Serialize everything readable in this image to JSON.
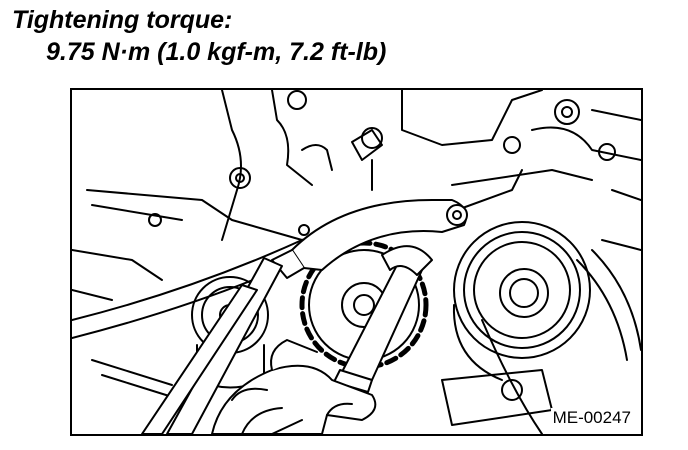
{
  "heading": {
    "line1": "Tightening torque:",
    "line2": "9.75 N·m (1.0 kgf-m, 7.2 ft-lb)"
  },
  "figure": {
    "code": "ME-00247",
    "line_color": "#000000",
    "fill_color": "#ffffff"
  }
}
